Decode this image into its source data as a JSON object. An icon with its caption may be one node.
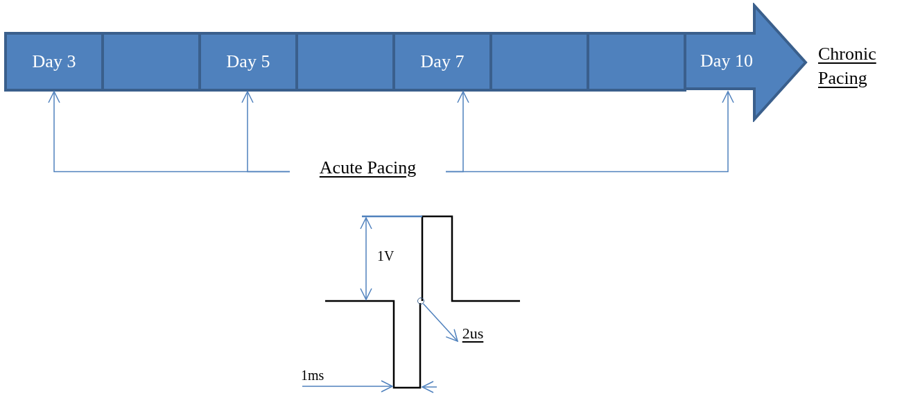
{
  "diagram": {
    "nodes": [
      {
        "text": [
          "Day 3"
        ]
      },
      {
        "text": [],
        "shape": "box"
      },
      {
        "text": [
          "Day 5"
        ]
      },
      {
        "text": [],
        "shape": "box"
      },
      {
        "text": [
          "Day 7"
        ]
      },
      {
        "text": [],
        "shape": "box"
      },
      {
        "text": [],
        "shape": "box"
      },
      {
        "text": [
          "Day 10"
        ]
      },
      {
        "text": [
          "Acute Pacing"
        ]
      },
      {
        "text": [],
        "shape": "circle"
      },
      {
        "text": [
          "2us"
        ]
      }
    ],
    "edges": [
      {
        "from": 8,
        "to": 0,
        "arrow": "to"
      },
      {
        "from": 8,
        "to": 2,
        "arrow": "to"
      },
      {
        "from": 8,
        "to": 4,
        "arrow": "to"
      },
      {
        "from": 8,
        "to": 7,
        "arrow": "to"
      },
      {
        "from": 9,
        "to": 10,
        "arrow": "to"
      }
    ],
    "labels": [
      "Chronic Pacing",
      "1V",
      "1ms"
    ]
  }
}
